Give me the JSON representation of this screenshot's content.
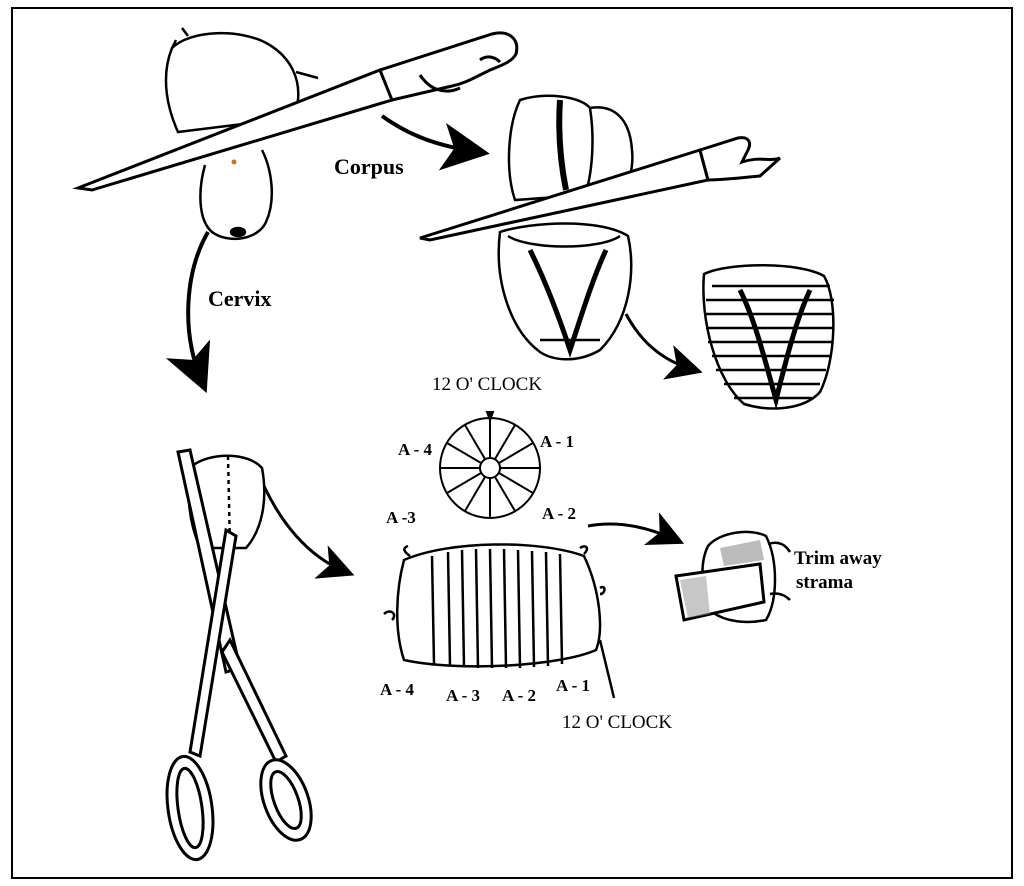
{
  "labels": {
    "corpus": "Corpus",
    "cervix": "Cervix",
    "clock_top": "12 O' CLOCK",
    "clock_bottom": "12 O' CLOCK",
    "a1_top": "A - 1",
    "a2_top": "A - 2",
    "a3_top": "A -3",
    "a4_top": "A - 4",
    "a1_bottom": "A - 1",
    "a2_bottom": "A - 2",
    "a3_bottom": "A - 3",
    "a4_bottom": "A - 4",
    "trim_line1": "Trim away",
    "trim_line2": "strama"
  },
  "colors": {
    "ink": "#000000",
    "background": "#ffffff",
    "accent_dot": "#c8761a"
  },
  "icons": [
    "knife-icon",
    "scissors-icon",
    "arrow-icon",
    "clock-dial-icon"
  ]
}
